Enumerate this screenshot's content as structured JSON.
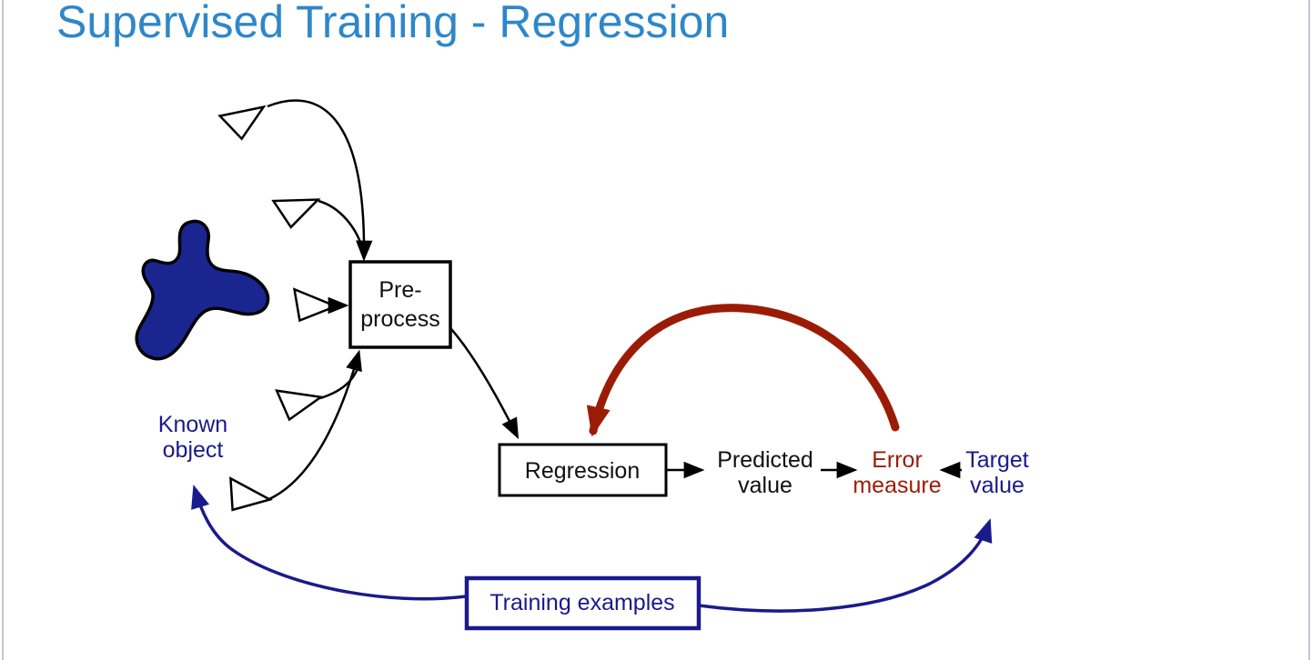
{
  "slide": {
    "title": "Supervised Training - Regression",
    "colors": {
      "title_blue": "#2e87c9",
      "navy": "#1a1a8c",
      "navy_fill": "#1a2590",
      "dark_red": "#9b1c06",
      "edge_gray": "#c5c8d2"
    }
  },
  "diagram": {
    "known_object": {
      "line1": "Known",
      "line2": "object"
    },
    "preprocess": {
      "line1": "Pre-",
      "line2": "process"
    },
    "regression": {
      "label": "Regression"
    },
    "predicted_value": {
      "line1": "Predicted",
      "line2": "value"
    },
    "error_measure": {
      "line1": "Error",
      "line2": "measure"
    },
    "target_value": {
      "line1": "Target",
      "line2": "value"
    },
    "training_examples": {
      "label": "Training examples"
    }
  }
}
